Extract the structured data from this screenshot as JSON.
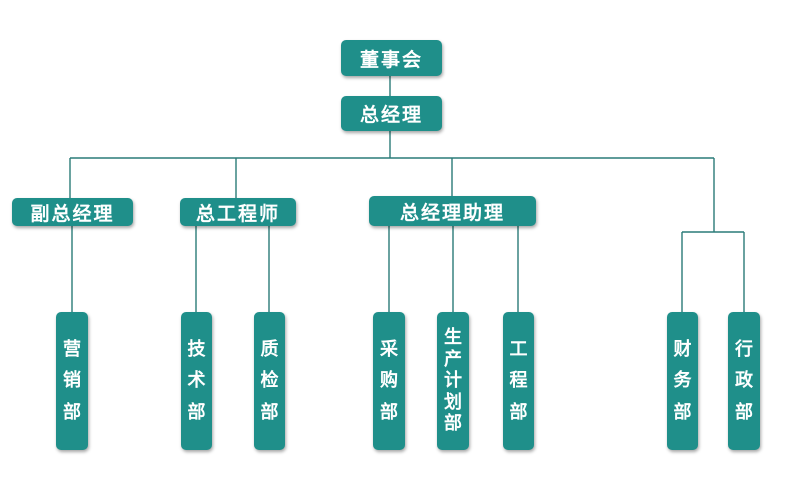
{
  "nodes": {
    "board": "董事会",
    "general_manager": "总经理",
    "deputy_gm": "副总经理",
    "chief_engineer": "总工程师",
    "gm_assistant": "总经理助理",
    "marketing": "营销部",
    "technology": "技术部",
    "quality": "质检部",
    "purchasing": "采购部",
    "production_planning": "生产计划部",
    "engineering": "工程部",
    "finance": "财务部",
    "administration": "行政部"
  },
  "colors": {
    "box_fill": "#1f8f8a",
    "line": "#2a7b78",
    "text": "#ffffff"
  }
}
